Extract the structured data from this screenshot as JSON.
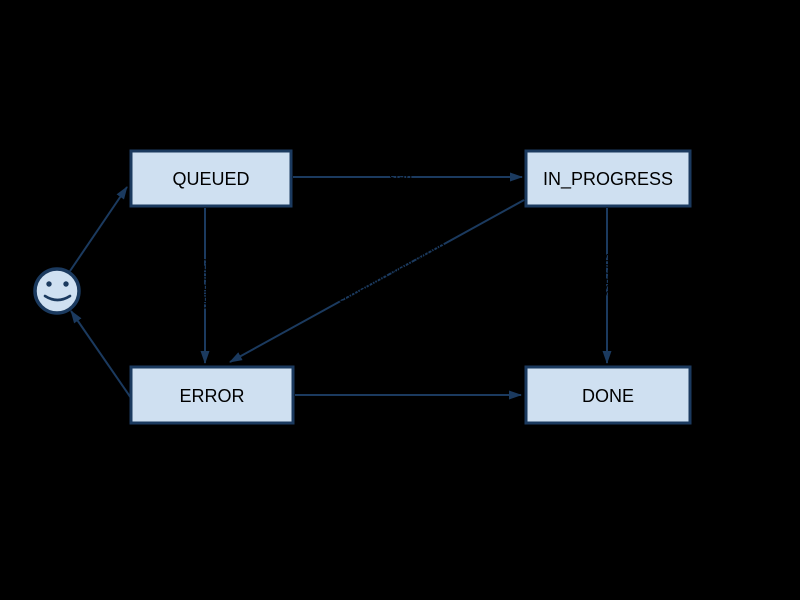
{
  "diagram": {
    "type": "state-machine",
    "background_color": "#000000",
    "node_fill_color": "#cfe0f1",
    "node_border_color": "#1b3a5f",
    "edge_color": "#1b3a5f",
    "node_text_color": "#000000",
    "edge_label_color": "#000000",
    "nodes": [
      {
        "id": "queued",
        "label": "QUEUED",
        "shape": "rectangle"
      },
      {
        "id": "in_progress",
        "label": "IN_PROGRESS",
        "shape": "rectangle"
      },
      {
        "id": "error",
        "label": "ERROR",
        "shape": "rectangle"
      },
      {
        "id": "done",
        "label": "DONE",
        "shape": "rectangle"
      },
      {
        "id": "user",
        "label": "",
        "shape": "smiley-face"
      }
    ],
    "edges": [
      {
        "from": "QUEUED",
        "to": "IN_PROGRESS",
        "label": "start"
      },
      {
        "from": "QUEUED",
        "to": "ERROR",
        "label": "cancelled"
      },
      {
        "from": "IN_PROGRESS",
        "to": "ERROR",
        "label": "something went wrong"
      },
      {
        "from": "IN_PROGRESS",
        "to": "DONE",
        "label": "success"
      },
      {
        "from": "ERROR",
        "to": "DONE",
        "label": ""
      },
      {
        "from": "ERROR",
        "to": "user",
        "label": ""
      },
      {
        "from": "user",
        "to": "QUEUED",
        "label": ""
      }
    ]
  }
}
